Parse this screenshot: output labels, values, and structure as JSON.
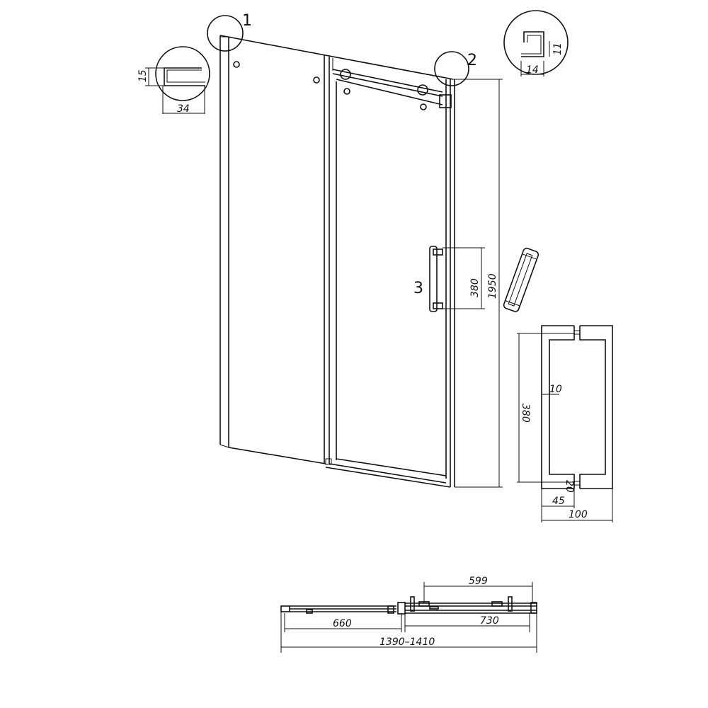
{
  "callouts": {
    "c1": "1",
    "c2": "2",
    "c3": "3"
  },
  "detail_1": {
    "height": "15",
    "width": "34"
  },
  "detail_2": {
    "height": "11",
    "width": "14"
  },
  "front_view": {
    "handle_height": "380",
    "total_height": "1950"
  },
  "handle_detail": {
    "length": "380",
    "bar": "10",
    "offset": "20",
    "standoff": "45",
    "depth": "100"
  },
  "top_view": {
    "door_travel": "599",
    "fixed_width": "660",
    "door_width": "730",
    "total_width": "1390–1410"
  },
  "colors": {
    "line": "#111111",
    "background": "#ffffff"
  }
}
